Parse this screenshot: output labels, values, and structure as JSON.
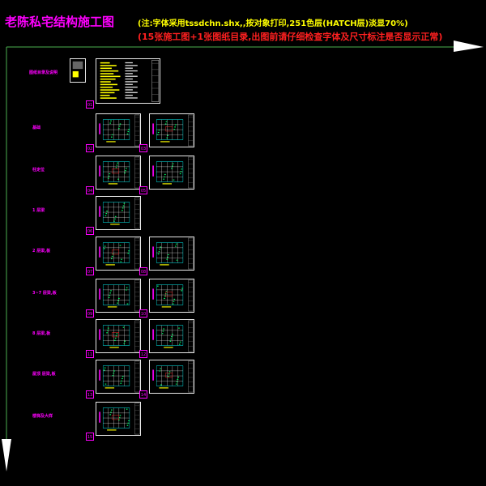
{
  "header": {
    "title": "老陈私宅结构施工图",
    "note_line1": "(注:字体采用tssdchn.shx,,按对象打印,251色层(HATCH层)淡显70%)",
    "note_line2": "(15张施工图+1张图纸目录,出图前请仔细检查字体及尺寸标注是否显示正常)"
  },
  "rows": [
    {
      "label": "图纸目录及说明",
      "sheets": [
        "01"
      ]
    },
    {
      "label": "基础",
      "sheets": [
        "02",
        "03"
      ]
    },
    {
      "label": "柱定位",
      "sheets": [
        "04",
        "05"
      ]
    },
    {
      "label": "1 层梁",
      "sheets": [
        "06"
      ]
    },
    {
      "label": "2 层梁,板",
      "sheets": [
        "07",
        "08"
      ]
    },
    {
      "label": "3~7 层梁,板",
      "sheets": [
        "09",
        "10"
      ]
    },
    {
      "label": "8 层梁,板",
      "sheets": [
        "11",
        "12"
      ]
    },
    {
      "label": "屋顶 层梁,板",
      "sheets": [
        "13",
        "14"
      ]
    },
    {
      "label": "楼梯及大样",
      "sheets": [
        "15"
      ]
    }
  ],
  "colors": {
    "background": "#000000",
    "title": "#ff00ff",
    "note1": "#ffff00",
    "note2": "#ff2020",
    "axis": "#4caf50",
    "sheet_border": "#e8e8e8"
  }
}
